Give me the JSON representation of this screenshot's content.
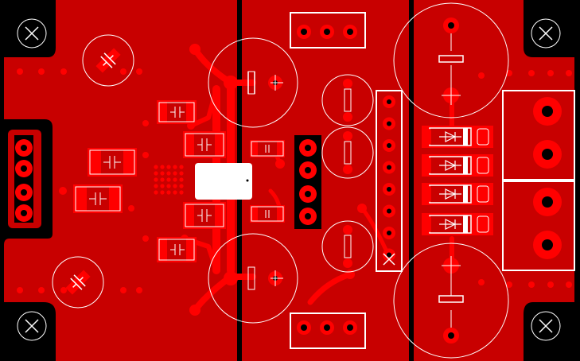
{
  "colors": {
    "background": "#000000",
    "copper": "#c80000",
    "copper_bright": "#ff0000",
    "silkscreen": "#ffffff",
    "board_edge": "#000000"
  },
  "layers": [
    "top-copper",
    "silkscreen"
  ],
  "features": {
    "mounting_holes": 4,
    "large_electrolytic_caps": 4,
    "small_electrolytic_caps": 3,
    "cap_rings": 2,
    "diodes": 4,
    "terminal_blocks": 2,
    "pin_headers": 3
  },
  "icons": {
    "mounting_hole": "cross-circle-icon",
    "diode": "diode-symbol-icon",
    "capacitor": "capacitor-symbol-icon"
  }
}
